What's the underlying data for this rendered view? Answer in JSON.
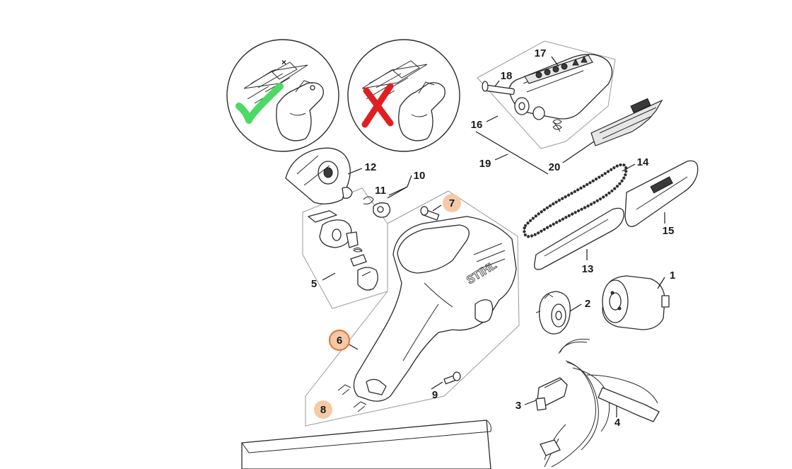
{
  "diagram": {
    "brand_text": "STIHL",
    "highlight_color": "#f5c9a8",
    "highlight_stroke": "#e07b3c",
    "check_color": "#4cd964",
    "cross_color": "#e02020",
    "callouts": [
      {
        "id": "1",
        "label": "1",
        "highlight": "none"
      },
      {
        "id": "2",
        "label": "2",
        "highlight": "none"
      },
      {
        "id": "3",
        "label": "3",
        "highlight": "none"
      },
      {
        "id": "4",
        "label": "4",
        "highlight": "none"
      },
      {
        "id": "5",
        "label": "5",
        "highlight": "none"
      },
      {
        "id": "6",
        "label": "6",
        "highlight": "selected"
      },
      {
        "id": "7",
        "label": "7",
        "highlight": "filled"
      },
      {
        "id": "8",
        "label": "8",
        "highlight": "filled"
      },
      {
        "id": "9",
        "label": "9",
        "highlight": "none"
      },
      {
        "id": "10",
        "label": "10",
        "highlight": "none"
      },
      {
        "id": "11",
        "label": "11",
        "highlight": "none"
      },
      {
        "id": "12",
        "label": "12",
        "highlight": "none"
      },
      {
        "id": "13",
        "label": "13",
        "highlight": "none"
      },
      {
        "id": "14",
        "label": "14",
        "highlight": "none"
      },
      {
        "id": "15",
        "label": "15",
        "highlight": "none"
      },
      {
        "id": "16",
        "label": "16",
        "highlight": "none"
      },
      {
        "id": "17",
        "label": "17",
        "highlight": "none"
      },
      {
        "id": "18",
        "label": "18",
        "highlight": "none"
      },
      {
        "id": "19",
        "label": "19",
        "highlight": "none"
      },
      {
        "id": "20",
        "label": "20",
        "highlight": "none"
      }
    ]
  }
}
